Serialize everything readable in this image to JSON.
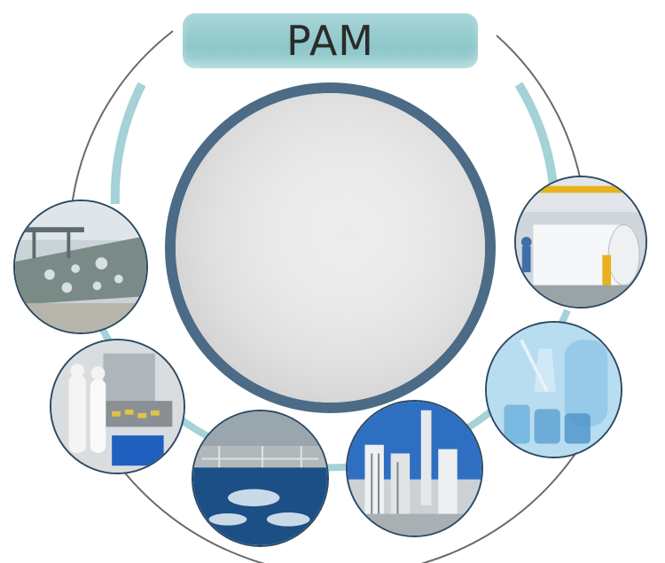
{
  "title": "PAM",
  "colors": {
    "banner": "#9dd0d2",
    "ring_teal": "#a4d2d6",
    "ring_gray": "#6a6a6a",
    "center_border": "#4b6b86",
    "photo_border": "#2c4a63"
  },
  "photos": [
    "wastewater-aeration-tank-photo",
    "paper-mill-roll-photo",
    "laboratory-glassware-photo",
    "food-processing-plant-photo",
    "water-treatment-pool-photo",
    "industrial-chimney-photo"
  ]
}
